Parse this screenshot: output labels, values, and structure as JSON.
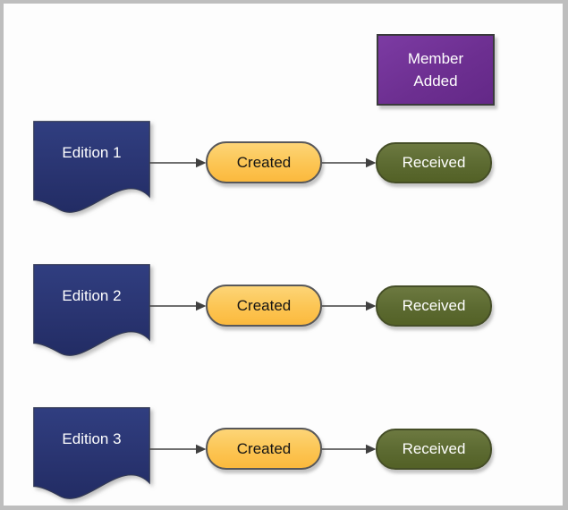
{
  "diagram": {
    "member_box": {
      "line1": "Member",
      "line2": "Added"
    },
    "rows": [
      {
        "edition": "Edition 1",
        "created": "Created",
        "received": "Received"
      },
      {
        "edition": "Edition 2",
        "created": "Created",
        "received": "Received"
      },
      {
        "edition": "Edition 3",
        "created": "Created",
        "received": "Received"
      }
    ],
    "colors": {
      "background": "#FDFDFD",
      "frame": "#BEBEBE",
      "flag_fill_top": "#303E80",
      "flag_fill_bottom": "#222C64",
      "flag_text": "#FFFFFF",
      "created_fill_top": "#FDD577",
      "created_fill_bottom": "#FBB93D",
      "created_text": "#141414",
      "received_fill_top": "#6C7940",
      "received_fill_bottom": "#536126",
      "received_text": "#FFFFFF",
      "member_fill": "#70308F",
      "member_text": "#FFFFFF",
      "arrow": "#404040"
    }
  }
}
